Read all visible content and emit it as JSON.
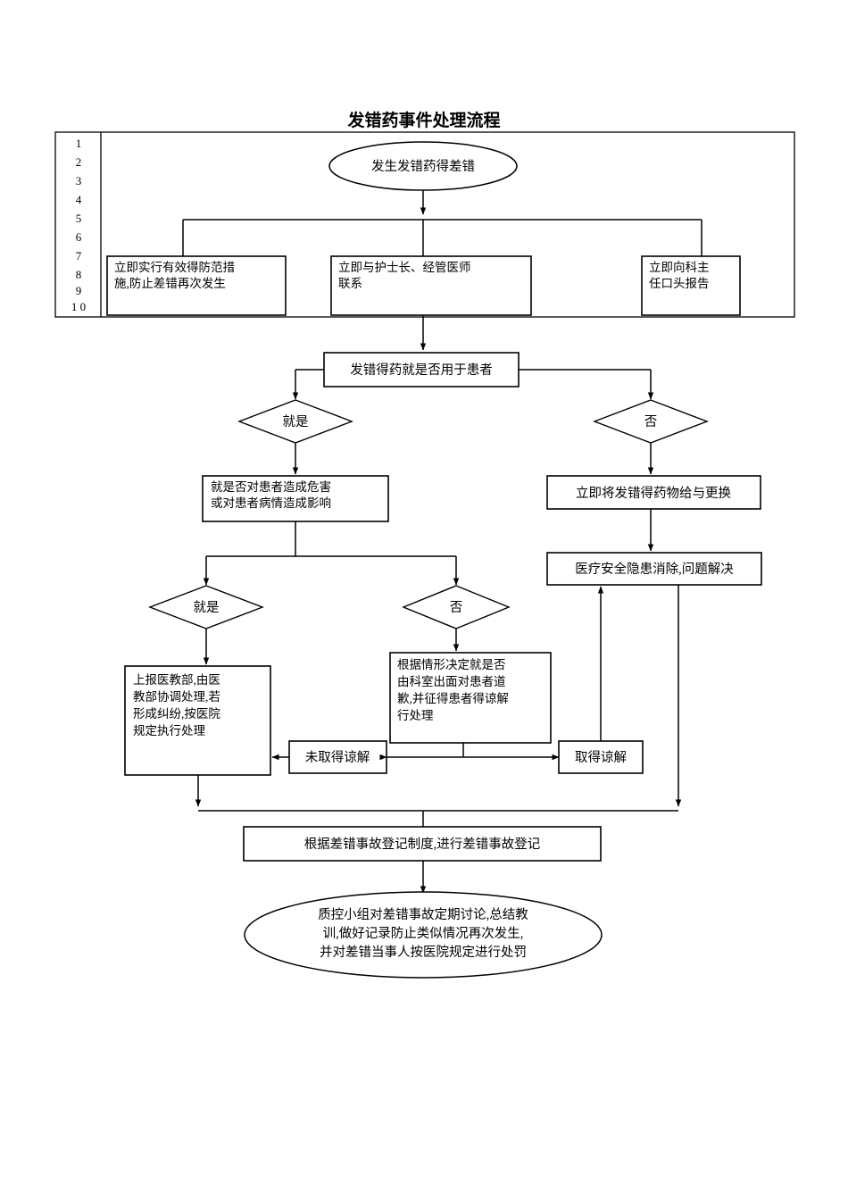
{
  "document": {
    "title": "发错药事件处理流程",
    "type": "flowchart"
  },
  "line_numbers": [
    "1",
    "2",
    "3",
    "4",
    "5",
    "6",
    "7",
    "8",
    "9",
    "1 0"
  ],
  "nodes": {
    "start": {
      "shape": "ellipse",
      "text": "发生发错药得差错"
    },
    "action_prevent": {
      "shape": "box",
      "line1": "立即实行有效得防范措",
      "line2": "施,防止差错再次发生"
    },
    "action_contact": {
      "shape": "box",
      "line1": "立即与护士长、经管医师",
      "line2": "联系"
    },
    "action_report": {
      "shape": "box",
      "line1": "立即向科主",
      "line2": "任口头报告"
    },
    "decision_used": {
      "shape": "box",
      "text": "发错得药就是否用于患者"
    },
    "yes_used": {
      "shape": "diamond",
      "text": "就是"
    },
    "no_used": {
      "shape": "diamond",
      "text": "否"
    },
    "harm_question": {
      "shape": "box",
      "line1": "就是否对患者造成危害",
      "line2": "或对患者病情造成影响"
    },
    "replace_drug": {
      "shape": "box",
      "text": "立即将发错得药物给与更换"
    },
    "hazard_cleared": {
      "shape": "box",
      "text": "医疗安全隐患消除,问题解决"
    },
    "yes_harm": {
      "shape": "diamond",
      "text": "就是"
    },
    "no_harm": {
      "shape": "diamond",
      "text": "否"
    },
    "report_dept": {
      "shape": "box",
      "line1": "上报医教部,由医",
      "line2": "教部协调处理,若",
      "line3": "形成纠纷,按医院",
      "line4": "规定执行处理"
    },
    "apologize": {
      "shape": "box",
      "line1": "根据情形决定就是否",
      "line2": "由科室出面对患者道",
      "line3": "歉,并征得患者得谅解",
      "line4": "行处理"
    },
    "not_forgiven": {
      "shape": "box",
      "text": "未取得谅解"
    },
    "forgiven": {
      "shape": "box",
      "text": "取得谅解"
    },
    "register": {
      "shape": "box",
      "text": "根据差错事故登记制度,进行差错事故登记"
    },
    "review": {
      "shape": "ellipse",
      "line1": "质控小组对差错事故定期讨论,总结教",
      "line2": "训,做好记录防止类似情况再次发生,",
      "line3": "并对差错当事人按医院规定进行处罚"
    }
  }
}
